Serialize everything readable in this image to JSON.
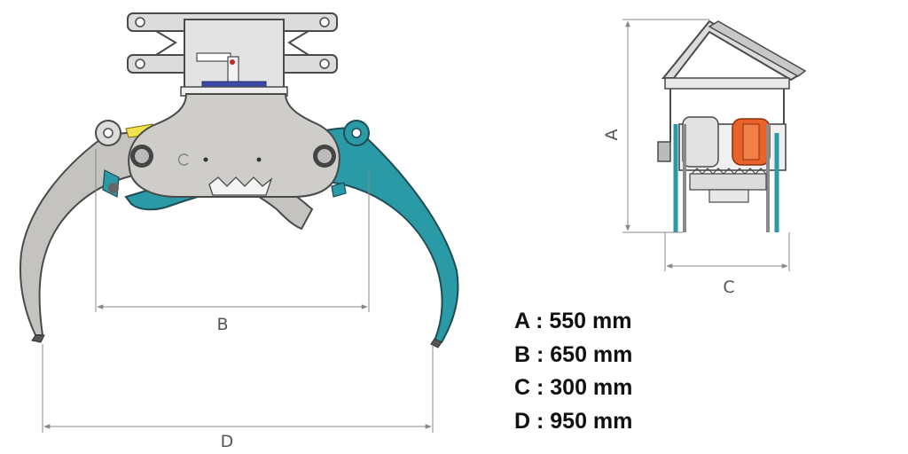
{
  "dimension_labels": {
    "a": "A",
    "b": "B",
    "c": "C",
    "d": "D"
  },
  "specs": [
    {
      "text": "A : 550 mm"
    },
    {
      "text": "B : 650 mm"
    },
    {
      "text": "C : 300 mm"
    },
    {
      "text": "D : 950 mm"
    }
  ],
  "colors": {
    "jaw_grey": "#c5c3c0",
    "jaw_teal": "#2a9aa6",
    "metal": "#d9d9d9",
    "outline": "#4a4a4a",
    "orange_part": "#e8622a",
    "dimension_line": "#888888"
  }
}
